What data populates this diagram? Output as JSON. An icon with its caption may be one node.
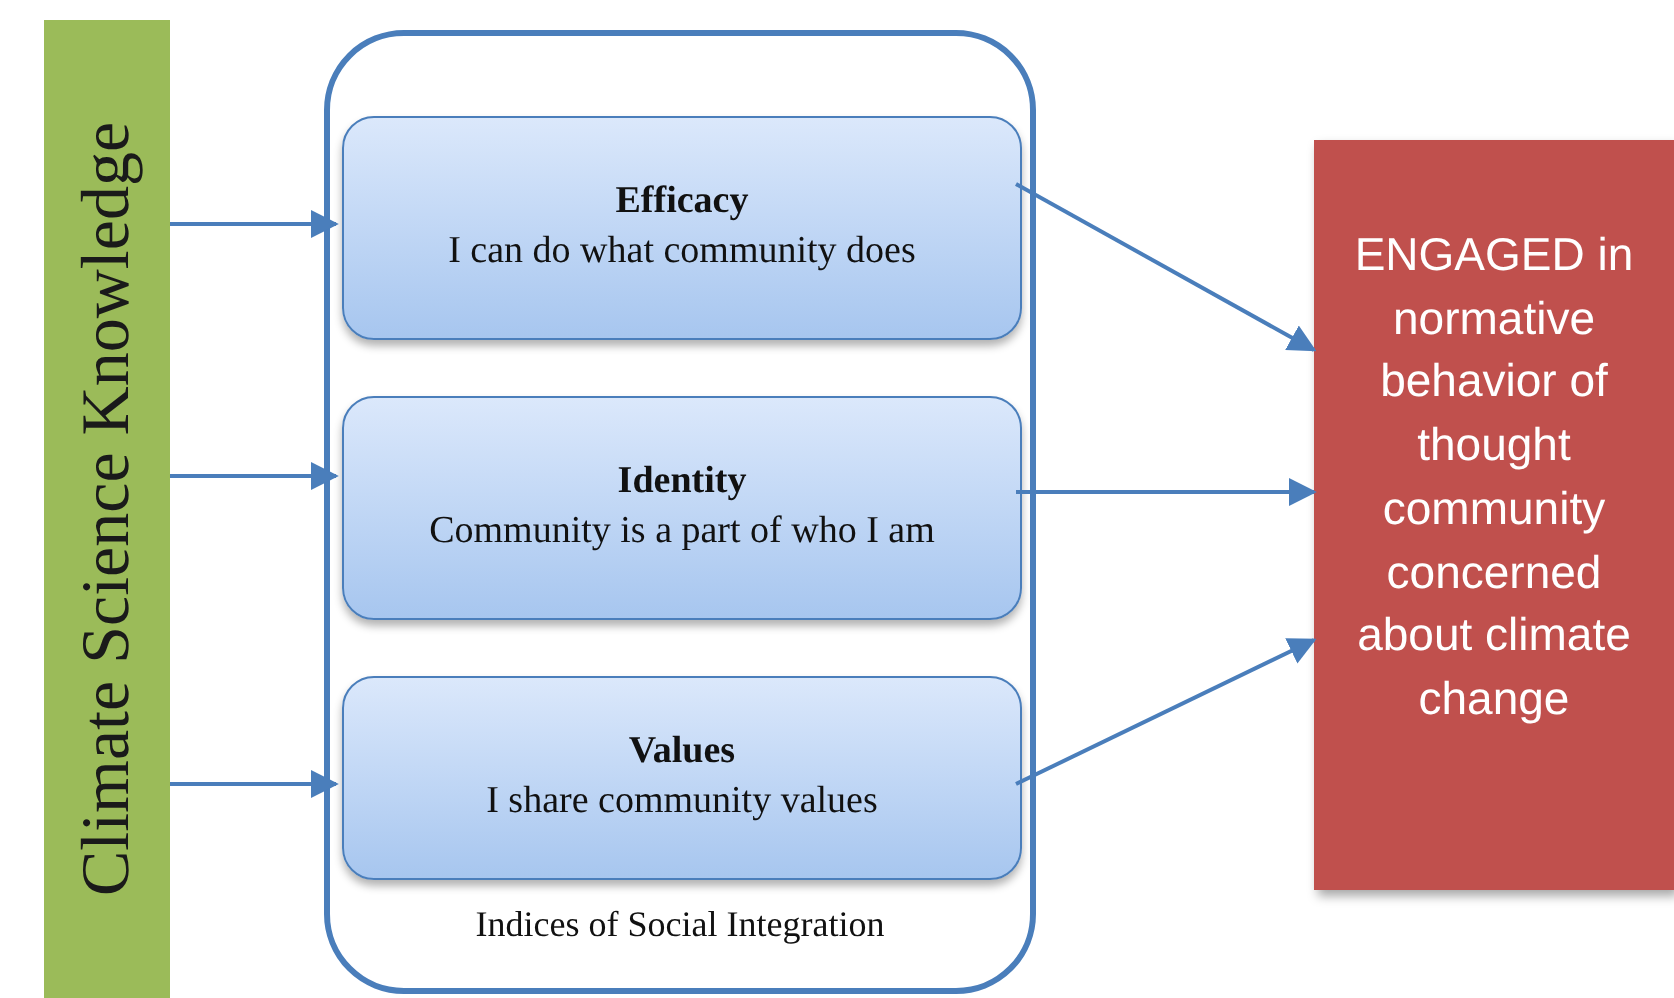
{
  "diagram": {
    "nodes": [
      {
        "text": [
          "Climate Science Knowledge"
        ]
      },
      {
        "text": [
          "Indices of Social Integration"
        ]
      },
      {
        "text": [
          "Efficacy",
          "I can do what community does"
        ],
        "in": 1
      },
      {
        "text": [
          "Identity",
          "Community is a part of who I am"
        ],
        "in": 1
      },
      {
        "text": [
          "Values",
          "I share community values"
        ],
        "in": 1
      },
      {
        "text": [
          "ENGAGED in normative behavior of thought community concerned about climate change"
        ]
      }
    ],
    "edges": [
      {
        "from": 0,
        "to": 2,
        "arrow": "to"
      },
      {
        "from": 0,
        "to": 3,
        "arrow": "to"
      },
      {
        "from": 0,
        "to": 4,
        "arrow": "to"
      },
      {
        "from": 2,
        "to": 5,
        "arrow": "to"
      },
      {
        "from": 3,
        "to": 5,
        "arrow": "to"
      },
      {
        "from": 4,
        "to": 5,
        "arrow": "to"
      }
    ]
  }
}
